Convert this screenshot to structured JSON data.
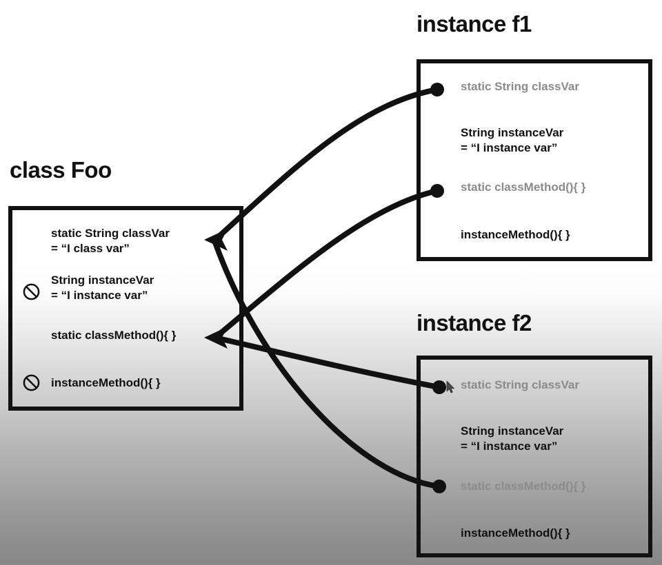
{
  "diagram": {
    "title_class": "class Foo",
    "title_instance_1": "instance f1",
    "title_instance_2": "instance f2",
    "colors": {
      "ink": "#111111",
      "muted_text": "#8b8b8b",
      "background_top": "#ffffff",
      "background_bottom": "#888888"
    }
  },
  "class_box": {
    "label": "class Foo",
    "members": [
      {
        "line1": "static String classVar",
        "line2": "= “I class var”",
        "style": "normal",
        "prohibited": false
      },
      {
        "line1": "String instanceVar",
        "line2": "= “I instance var”",
        "style": "normal",
        "prohibited": true
      },
      {
        "line1": "static classMethod(){   }",
        "line2": "",
        "style": "normal",
        "prohibited": false
      },
      {
        "line1": "instanceMethod(){   }",
        "line2": "",
        "style": "normal",
        "prohibited": true
      }
    ]
  },
  "instance_f1": {
    "label": "instance f1",
    "members": [
      {
        "line1": "static String classVar",
        "line2": "",
        "style": "muted",
        "has_dot": true
      },
      {
        "line1": "String instanceVar",
        "line2": "= “I instance var”",
        "style": "normal",
        "has_dot": false
      },
      {
        "line1": "static classMethod(){   }",
        "line2": "",
        "style": "muted",
        "has_dot": true
      },
      {
        "line1": "instanceMethod(){   }",
        "line2": "",
        "style": "normal",
        "has_dot": false
      }
    ]
  },
  "instance_f2": {
    "label": "instance f2",
    "members": [
      {
        "line1": "static String classVar",
        "line2": "",
        "style": "muted",
        "has_dot": true
      },
      {
        "line1": "String instanceVar",
        "line2": "= “I instance var”",
        "style": "normal",
        "has_dot": false
      },
      {
        "line1": "static classMethod(){   }",
        "line2": "",
        "style": "muted",
        "has_dot": true
      },
      {
        "line1": "instanceMethod(){   }",
        "line2": "",
        "style": "normal",
        "has_dot": false
      }
    ]
  },
  "icons": {
    "prohibition": "prohibition-icon",
    "cursor": "mouse-cursor-arrow"
  },
  "connectors": [
    {
      "from": "instance-f1-classvar-dot",
      "to": "class-foo-classvar-arrow"
    },
    {
      "from": "instance-f1-classmethod-dot",
      "to": "class-foo-classmethod-arrow"
    },
    {
      "from": "instance-f2-classvar-dot",
      "to": "class-foo-classmethod-arrow"
    },
    {
      "from": "instance-f2-classmethod-dot",
      "to": "class-foo-classvar-arrow"
    }
  ]
}
